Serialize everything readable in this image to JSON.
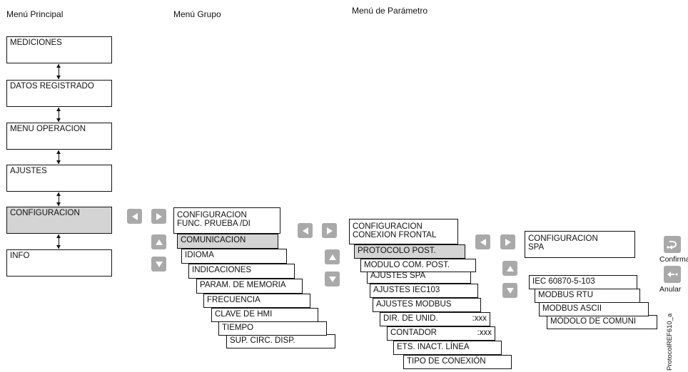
{
  "headers": {
    "main": "Menú Principal",
    "group": "Menú Grupo",
    "param": "Menú de Parámetro"
  },
  "main_menu": [
    "MEDICIONES",
    "DATOS REGISTRADO",
    "MENU OPERACION",
    "AJUSTES",
    "CONFIGURACION",
    "INFO"
  ],
  "main_selected": "CONFIGURACION",
  "group_menu": {
    "title_line1": "CONFIGURACION",
    "title_line2": "FUNC. PRUEBA /DI",
    "items": [
      "COMUNICACION",
      "IDIOMA",
      "INDICACIONES",
      "PARAM. DE MEMORIA",
      "FRECUENCIA",
      "CLAVE DE HMI",
      "TIEMPO",
      "SUP. CIRC. DISP."
    ],
    "selected": "COMUNICACION"
  },
  "param_menu": {
    "title_line1": "CONFIGURACION",
    "title_line2": "CONEXION FRONTAL",
    "items": [
      "PROTOCOLO POST.",
      "MODULO COM. POST.",
      "AJUSTES SPA",
      "AJUSTES IEC103",
      "AJUSTES MODBUS",
      "DIR. DE UNID.",
      "CONTADOR",
      "ETS. INACT. LÍNEA",
      "TIPO DE CONEXIÓN"
    ],
    "item_values": {
      "5": ":xxx",
      "6": ":xxx"
    },
    "selected": "PROTOCOLO POST."
  },
  "protocol_menu": {
    "title_line1": "CONFIGURACION",
    "title_line2": "SPA",
    "items": [
      "IEC 60870-5-103",
      "MODBUS RTU",
      "MODBUS ASCII",
      "MÓDOLO DE COMUNI"
    ]
  },
  "buttons": {
    "confirm": "Confirmar",
    "cancel": "Anular"
  },
  "figure_id": "ProtocolREF610_a",
  "colors": {
    "nav_button": "#a9a9a9",
    "selected_fill": "#d4d4d4",
    "line": "#111111"
  }
}
